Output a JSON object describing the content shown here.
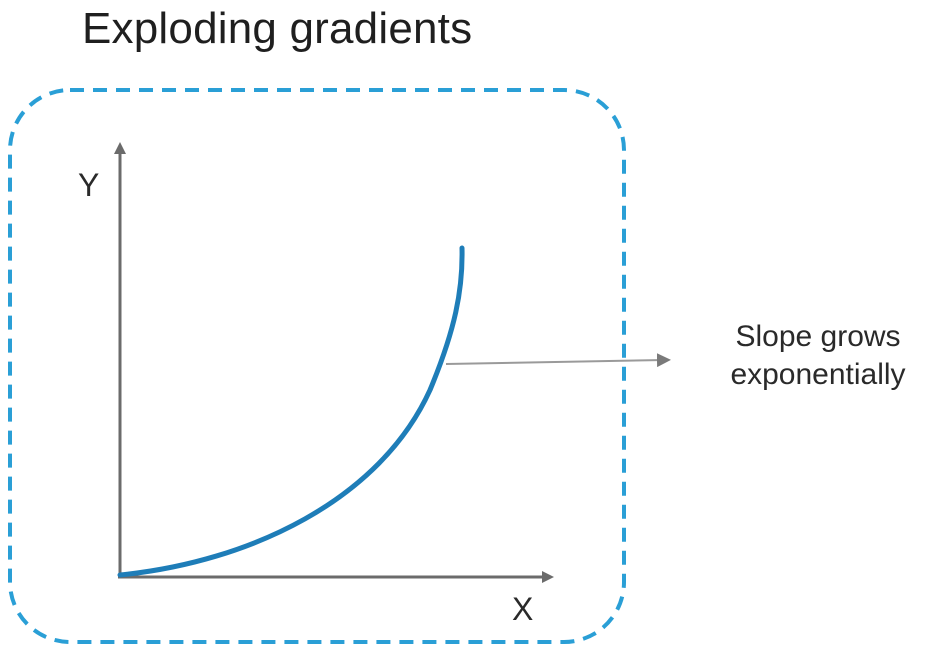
{
  "title": "Exploding gradients",
  "axes": {
    "y_label": "Y",
    "x_label": "X"
  },
  "annotation": {
    "line1": "Slope grows",
    "line2": "exponentially"
  },
  "colors": {
    "frame": "#2a9fd6",
    "curve": "#1e7db8",
    "axis": "#6b6b6b",
    "arrow": "#8a8a8a",
    "text": "#1f1f1f"
  },
  "icons": {
    "pointer": "arrow-right-icon"
  }
}
